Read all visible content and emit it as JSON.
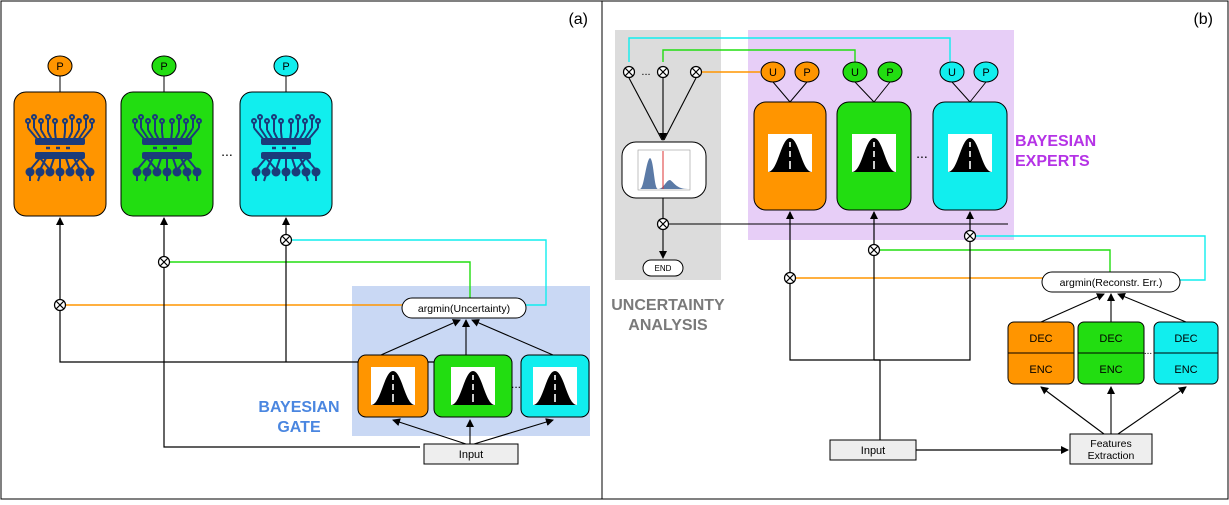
{
  "panel_a": {
    "label": "(a)",
    "p_label": "P",
    "ellipsis": "...",
    "argmin_label": "argmin(Uncertainty)",
    "gate_title_line1": "BAYESIAN",
    "gate_title_line2": "GATE",
    "input_label": "Input"
  },
  "panel_b": {
    "label": "(b)",
    "u_label": "U",
    "p_label": "P",
    "ellipsis": "...",
    "end_label": "END",
    "uncertainty_line1": "UNCERTAINTY",
    "uncertainty_line2": "ANALYSIS",
    "experts_line1": "BAYESIAN",
    "experts_line2": "EXPERTS",
    "argmin_label": "argmin(Reconstr. Err.)",
    "dec_label": "DEC",
    "enc_label": "ENC",
    "input_label": "Input",
    "features_line1": "Features",
    "features_line2": "Extraction"
  },
  "colors": {
    "orange": "#ff9500",
    "green": "#22dd11",
    "cyan": "#11eeee",
    "gate_bg": "#c9d8f4",
    "experts_bg": "#e7cef7",
    "uncertainty_bg": "#dcdcdc",
    "gate_title": "#4a86e0",
    "experts_title": "#b533e6",
    "uncertainty_title": "#7a7a7a"
  }
}
